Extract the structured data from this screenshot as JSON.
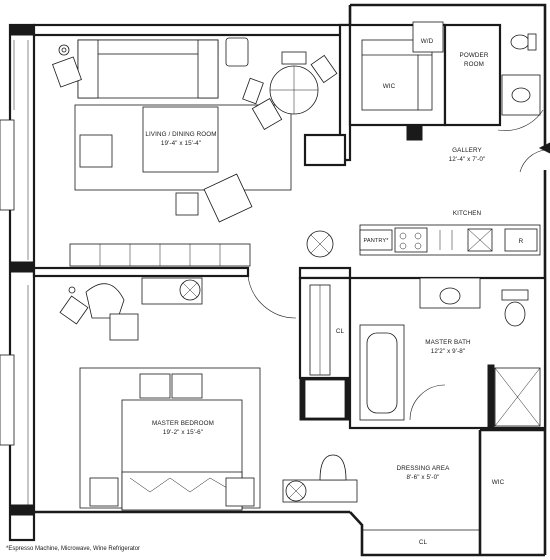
{
  "rooms": {
    "living_dining": {
      "name": "LIVING / DINING ROOM",
      "dimensions": "19'-4\" x 15'-4\""
    },
    "master_bedroom": {
      "name": "MASTER BEDROOM",
      "dimensions": "19'-2\" x 15'-6\""
    },
    "master_bath": {
      "name": "MASTER BATH",
      "dimensions": "12'2\" x 9'-8\""
    },
    "gallery": {
      "name": "GALLERY",
      "dimensions": "12'-4\" x 7'-0\""
    },
    "dressing_area": {
      "name": "DRESSING AREA",
      "dimensions": "8'-6\" x 5'-0\""
    },
    "kitchen": {
      "name": "KITCHEN"
    },
    "powder_room": {
      "name_line1": "POWDER",
      "name_line2": "ROOM"
    },
    "wic_top": {
      "name": "WIC"
    },
    "wic_bottom": {
      "name": "WIC"
    },
    "closet_bedroom": {
      "name": "CL"
    },
    "closet_bottom": {
      "name": "CL"
    }
  },
  "fixtures": {
    "washer_dryer": "W/D",
    "pantry": "PANTRY*",
    "refrigerator": "R"
  },
  "footnote": "*Espresso Machine, Microwave, Wine Refrigerator"
}
